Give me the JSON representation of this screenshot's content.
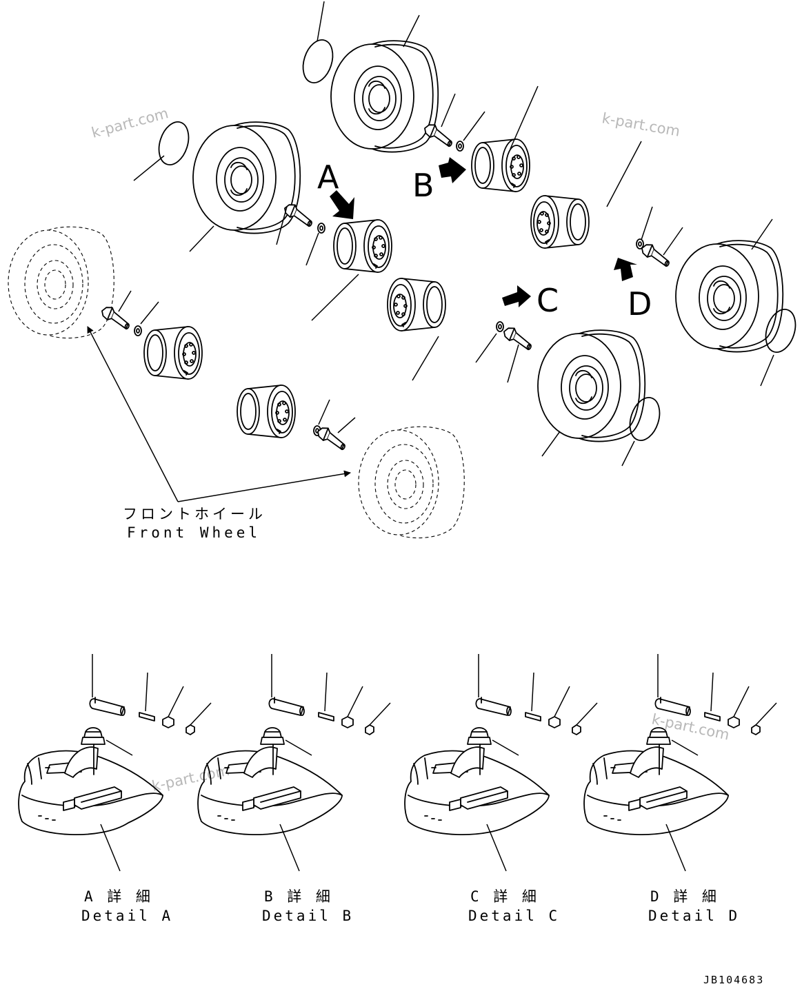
{
  "callouts": {
    "a": "A",
    "b": "B",
    "c": "C",
    "d": "D"
  },
  "front_wheel": {
    "label_jp": "フロントホイール",
    "label_en": "Front Wheel"
  },
  "details": [
    {
      "label_jp": "A 詳 細",
      "label_en": "Detail A"
    },
    {
      "label_jp": "B 詳 細",
      "label_en": "Detail B"
    },
    {
      "label_jp": "C 詳 細",
      "label_en": "Detail C"
    },
    {
      "label_jp": "D 詳 細",
      "label_en": "Detail D"
    }
  ],
  "watermark": "k-part.com",
  "drawing_code": "JB104683"
}
